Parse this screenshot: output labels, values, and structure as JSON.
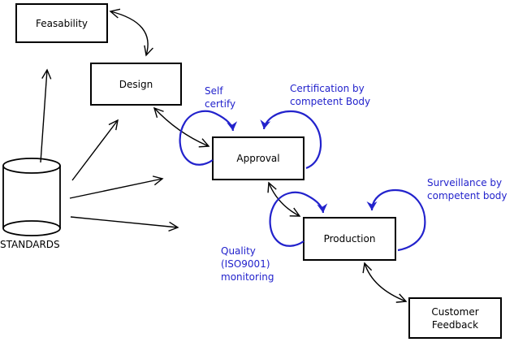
{
  "diagram": {
    "colors": {
      "line": "#000000",
      "accent": "#2222cc",
      "background": "#ffffff"
    },
    "nodes": {
      "feasability": {
        "label": "Feasability"
      },
      "design": {
        "label": "Design"
      },
      "approval": {
        "label": "Approval"
      },
      "production": {
        "label": "Production"
      },
      "customer_feedback": {
        "line1": "Customer",
        "line2": "Feedback"
      }
    },
    "datastore": {
      "label": "STANDARDS"
    },
    "annotations": {
      "self_certify": {
        "line1": "Self",
        "line2": "certify"
      },
      "certification": {
        "line1": "Certification by",
        "line2": "competent Body"
      },
      "surveillance": {
        "line1": "Surveillance by",
        "line2": "competent body"
      },
      "quality_monitoring": {
        "line1": "Quality",
        "line2": "(ISO9001)",
        "line3": "monitoring"
      }
    }
  }
}
